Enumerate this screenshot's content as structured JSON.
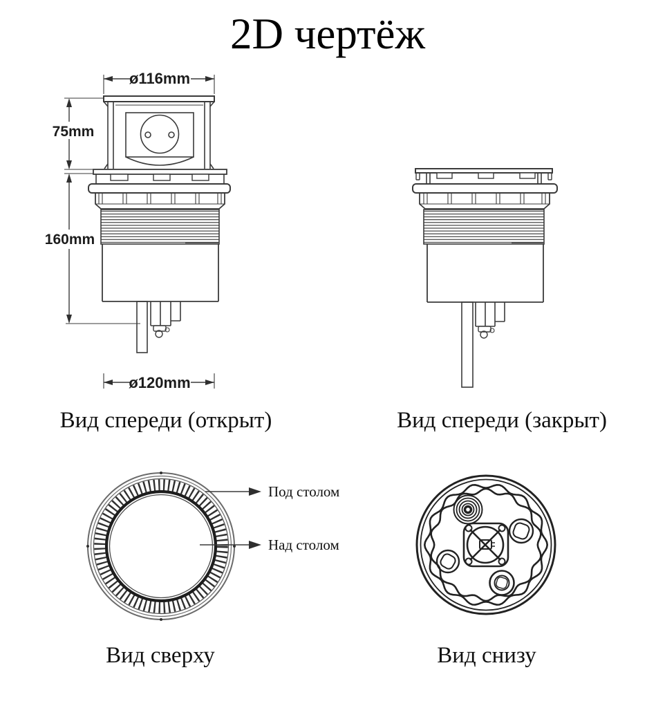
{
  "title": "2D чертёж",
  "colors": {
    "line": "#3a3a3a",
    "dark_line": "#222222",
    "light_outline": "#6a6a6a",
    "text": "#101010",
    "background": "#ffffff"
  },
  "views": {
    "front_open": {
      "caption": "Вид спереди (открыт)",
      "dims": {
        "top_diameter": "ø116mm",
        "lift_height": "75mm",
        "under_table_depth": "160mm",
        "bottom_diameter": "ø120mm"
      }
    },
    "front_closed": {
      "caption": "Вид спереди (закрыт)"
    },
    "top": {
      "caption": "Вид сверху",
      "label_under_table": "Под столом",
      "label_above_table": "Над столом"
    },
    "bottom": {
      "caption": "Вид снизу"
    }
  }
}
